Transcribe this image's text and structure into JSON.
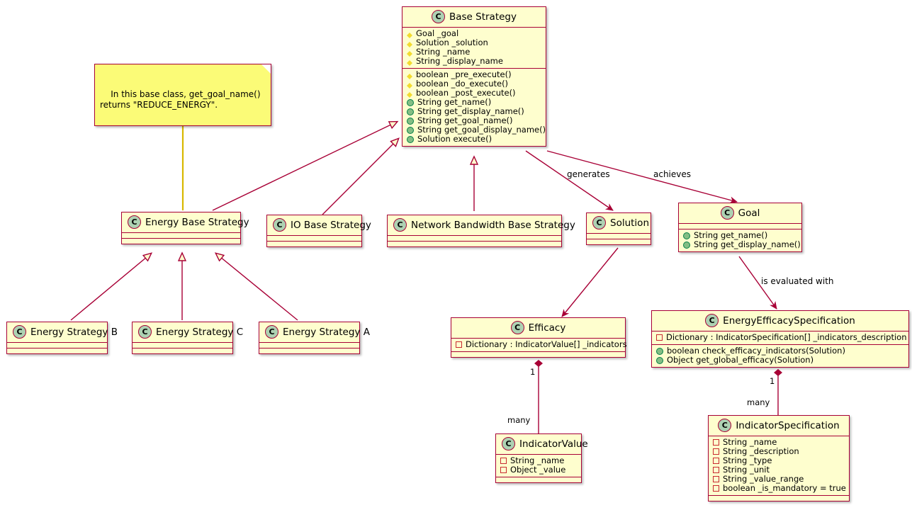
{
  "diagram": {
    "type": "uml-class-diagram",
    "title": "Strategy / Efficacy class diagram",
    "colors": {
      "class_fill": "#FEFECE",
      "class_border": "#A80036",
      "note_fill": "#FBFB77",
      "icon_fill": "#ADD1B2",
      "public_marker": "#84BE84",
      "private_marker": "#C82930",
      "protected_marker": "#F2DB2F",
      "line": "#A80036",
      "background": "#FFFFFF"
    },
    "stereotype_letter": "C"
  },
  "classes": {
    "base_strategy": {
      "name": "Base Strategy",
      "attributes": [
        {
          "visibility": "protected",
          "text": "Goal _goal"
        },
        {
          "visibility": "protected",
          "text": "Solution _solution"
        },
        {
          "visibility": "protected",
          "text": "String _name"
        },
        {
          "visibility": "protected",
          "text": "String _display_name"
        }
      ],
      "methods": [
        {
          "visibility": "protected",
          "text": "boolean _pre_execute()"
        },
        {
          "visibility": "protected",
          "text": "boolean _do_execute()"
        },
        {
          "visibility": "protected",
          "text": "boolean _post_execute()"
        },
        {
          "visibility": "public",
          "text": "String get_name()"
        },
        {
          "visibility": "public",
          "text": "String get_display_name()"
        },
        {
          "visibility": "public",
          "text": "String get_goal_name()"
        },
        {
          "visibility": "public",
          "text": "String get_goal_display_name()"
        },
        {
          "visibility": "public",
          "text": "Solution execute()"
        }
      ]
    },
    "energy_base_strategy": {
      "name": "Energy Base Strategy",
      "attributes": [],
      "methods": []
    },
    "io_base_strategy": {
      "name": "IO Base Strategy",
      "attributes": [],
      "methods": []
    },
    "network_bandwidth_base_strategy": {
      "name": "Network Bandwidth Base Strategy",
      "attributes": [],
      "methods": []
    },
    "solution": {
      "name": "Solution",
      "attributes": [],
      "methods": []
    },
    "goal": {
      "name": "Goal",
      "attributes": [],
      "methods": [
        {
          "visibility": "public",
          "text": "String get_name()"
        },
        {
          "visibility": "public",
          "text": "String get_display_name()"
        }
      ]
    },
    "energy_strategy_b": {
      "name": "Energy Strategy B",
      "attributes": [],
      "methods": []
    },
    "energy_strategy_c": {
      "name": "Energy Strategy C",
      "attributes": [],
      "methods": []
    },
    "energy_strategy_a": {
      "name": "Energy Strategy A",
      "attributes": [],
      "methods": []
    },
    "efficacy": {
      "name": "Efficacy",
      "attributes": [
        {
          "visibility": "private",
          "text": "Dictionary : IndicatorValue[] _indicators"
        }
      ],
      "methods": []
    },
    "energy_efficacy_specification": {
      "name": "EnergyEfficacySpecification",
      "attributes": [
        {
          "visibility": "private",
          "text": "Dictionary : IndicatorSpecification[] _indicators_description"
        }
      ],
      "methods": [
        {
          "visibility": "public",
          "text": "boolean check_efficacy_indicators(Solution)"
        },
        {
          "visibility": "public",
          "text": "Object get_global_efficacy(Solution)"
        }
      ]
    },
    "indicator_value": {
      "name": "IndicatorValue",
      "attributes": [
        {
          "visibility": "private",
          "text": "String _name"
        },
        {
          "visibility": "private",
          "text": "Object _value"
        }
      ],
      "methods": []
    },
    "indicator_specification": {
      "name": "IndicatorSpecification",
      "attributes": [
        {
          "visibility": "private",
          "text": "String _name"
        },
        {
          "visibility": "private",
          "text": "String _description"
        },
        {
          "visibility": "private",
          "text": "String _type"
        },
        {
          "visibility": "private",
          "text": "String _unit"
        },
        {
          "visibility": "private",
          "text": "String _value_range"
        },
        {
          "visibility": "private",
          "text": "boolean _is_mandatory = true"
        }
      ],
      "methods": []
    }
  },
  "notes": {
    "base_class_note": {
      "text": "In this base class, get_goal_name()\nreturns \"REDUCE_ENERGY\".",
      "attached_to": "Energy Base Strategy"
    }
  },
  "relationships": {
    "generates_label": "generates",
    "achieves_label": "achieves",
    "is_evaluated_with_label": "is evaluated with",
    "efficacy_one": "1",
    "efficacy_many": "many",
    "spec_one": "1",
    "spec_many": "many",
    "edges": [
      {
        "from": "Energy Base Strategy",
        "to": "Base Strategy",
        "type": "generalization"
      },
      {
        "from": "IO Base Strategy",
        "to": "Base Strategy",
        "type": "generalization"
      },
      {
        "from": "Network Bandwidth Base Strategy",
        "to": "Base Strategy",
        "type": "generalization"
      },
      {
        "from": "Energy Strategy B",
        "to": "Energy Base Strategy",
        "type": "generalization"
      },
      {
        "from": "Energy Strategy C",
        "to": "Energy Base Strategy",
        "type": "generalization"
      },
      {
        "from": "Energy Strategy A",
        "to": "Energy Base Strategy",
        "type": "generalization"
      },
      {
        "from": "Base Strategy",
        "to": "Solution",
        "type": "association",
        "label": "generates"
      },
      {
        "from": "Base Strategy",
        "to": "Goal",
        "type": "association",
        "label": "achieves"
      },
      {
        "from": "Solution",
        "to": "Efficacy",
        "type": "association"
      },
      {
        "from": "Goal",
        "to": "EnergyEfficacySpecification",
        "type": "association",
        "label": "is evaluated with"
      },
      {
        "from": "Efficacy",
        "to": "IndicatorValue",
        "type": "composition",
        "source_mult": "1",
        "target_mult": "many"
      },
      {
        "from": "EnergyEfficacySpecification",
        "to": "IndicatorSpecification",
        "type": "composition",
        "source_mult": "1",
        "target_mult": "many"
      }
    ]
  }
}
